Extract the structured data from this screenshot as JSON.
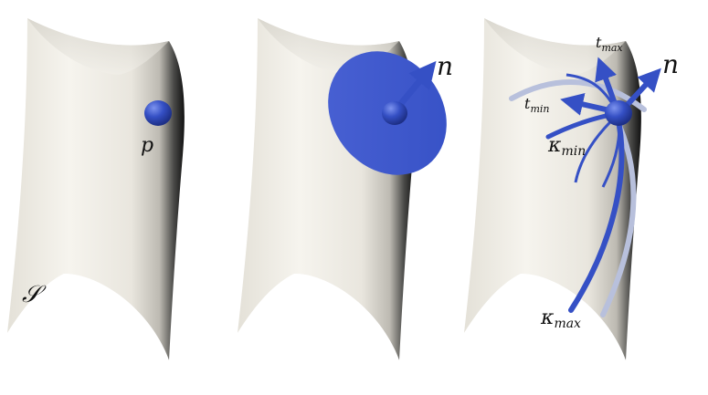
{
  "panels": [
    {
      "id": "point",
      "labels": {
        "surface": "𝒮",
        "point": "p"
      }
    },
    {
      "id": "tangent-plane",
      "labels": {
        "normal": "n"
      }
    },
    {
      "id": "curvature",
      "labels": {
        "normal": "n",
        "t_max": "t",
        "t_max_sub": "max",
        "t_min": "t",
        "t_min_sub": "min",
        "kappa_min": "κ",
        "kappa_min_sub": "min",
        "kappa_max": "κ",
        "kappa_max_sub": "max"
      }
    }
  ],
  "colors": {
    "surface_light": "#f3f1ea",
    "surface_mid": "#d8d5cc",
    "surface_dark": "#1c1c1c",
    "accent_blue": "#3b55c8",
    "curve_pale": "#b8c0dc"
  }
}
